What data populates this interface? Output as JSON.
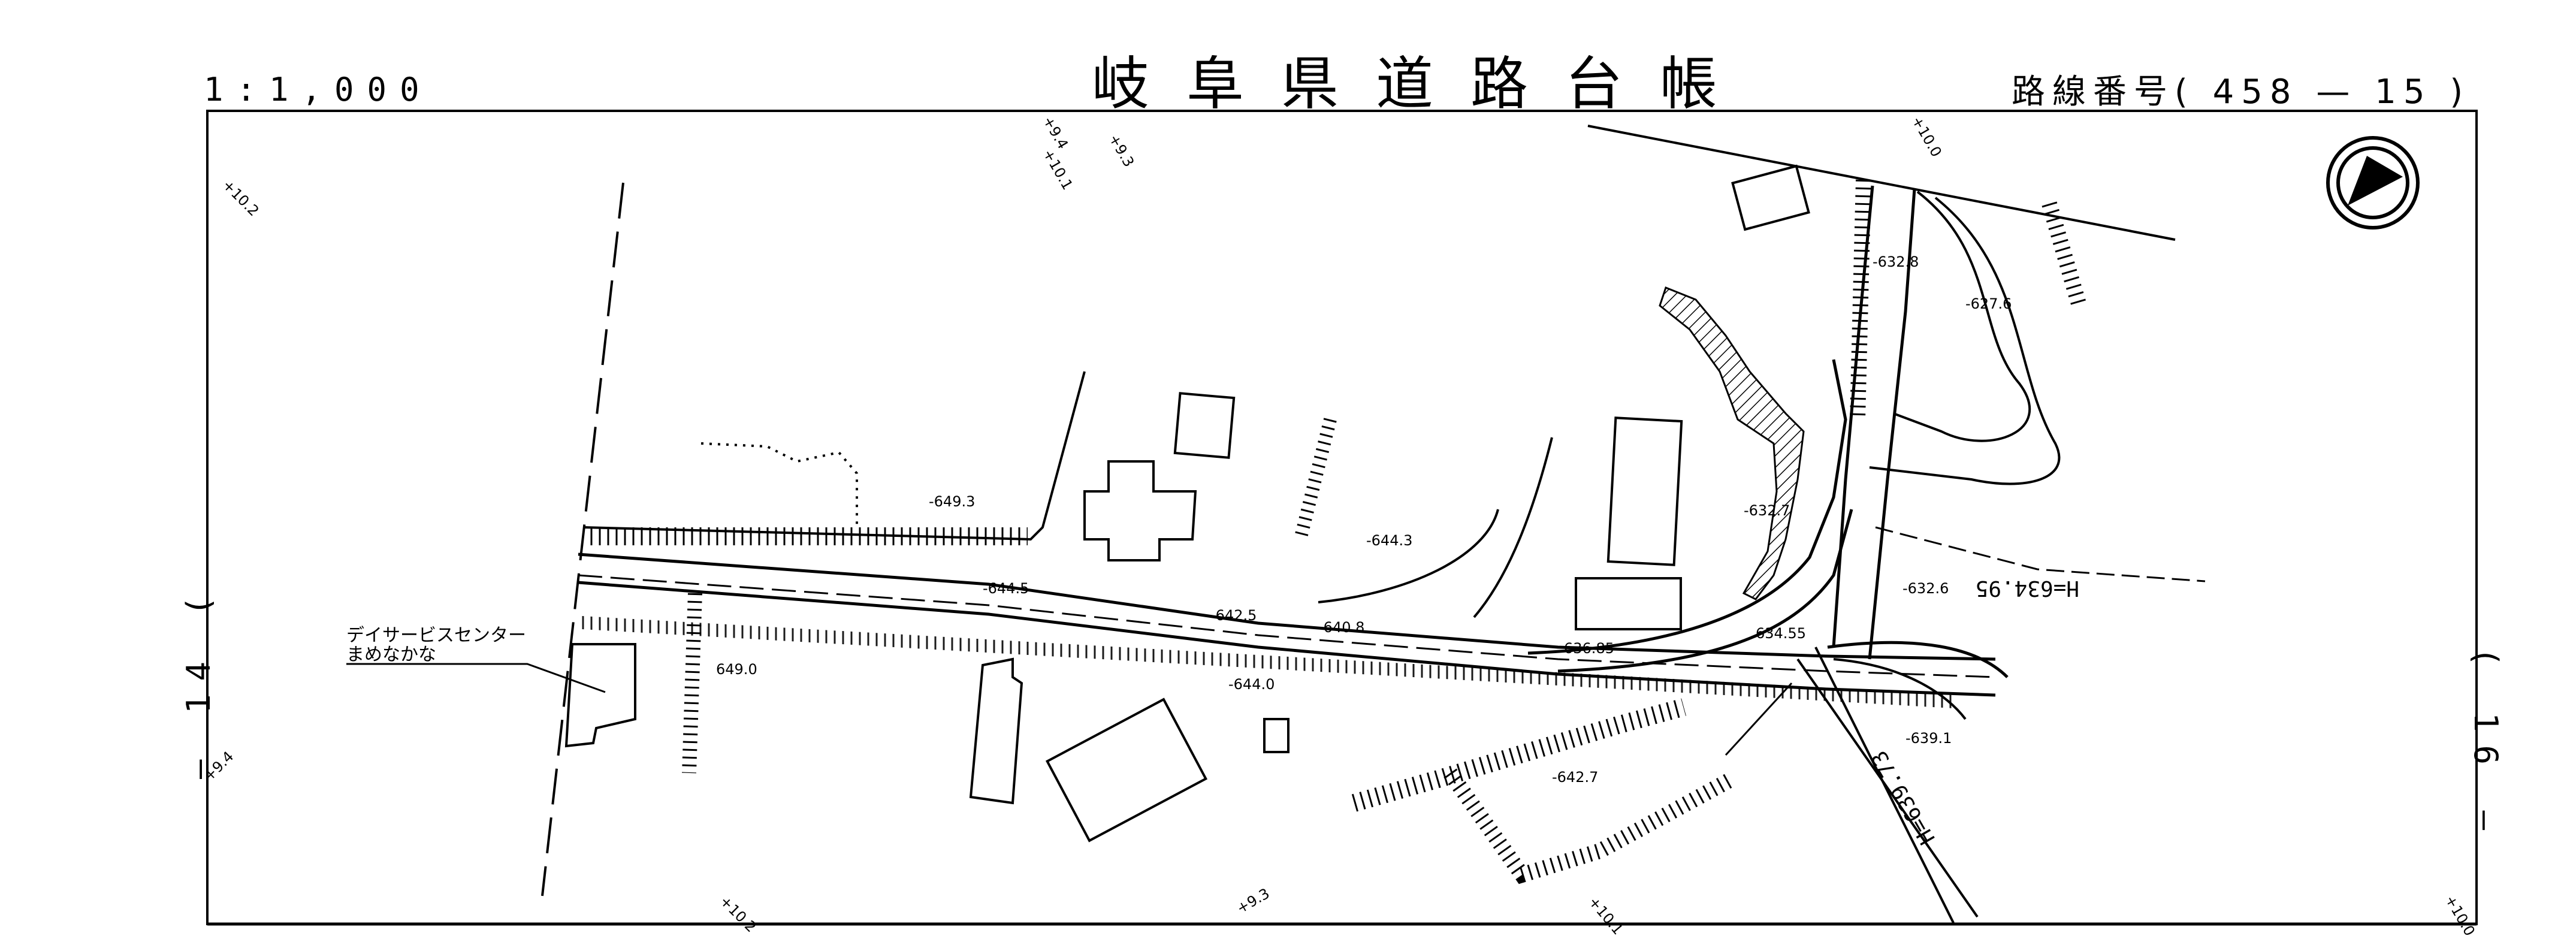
{
  "header": {
    "title": "岐阜県道路台帳",
    "scale": "1:1,000",
    "route_label": "路線番号",
    "route_open": "(",
    "route_number": "458",
    "route_dash": "—",
    "route_sheet": "15",
    "route_close": ")"
  },
  "sheet_refs": {
    "left": {
      "open": "(",
      "number": "14",
      "dash": "—"
    },
    "right": {
      "open": "(",
      "number": "16",
      "dash": "—"
    }
  },
  "facility": {
    "name_line1": "デイサービスセンター",
    "name_line2": "まめなかな"
  },
  "elevations": [
    "-649.3",
    "-644.3",
    "-644.5",
    "-642.5",
    "-640.8",
    "-644.0",
    "649.0",
    "-642.7",
    "-632.7",
    "-632.6",
    "-632.8",
    "-627.6",
    "-639.1",
    "634.55",
    "636.85"
  ],
  "height_labels": [
    "H=634.95",
    "H=639.73"
  ],
  "edge_marks": [
    "+9.3",
    "+9.4",
    "+10.0",
    "+10.1",
    "+10.2",
    "+9.4",
    "+9.3",
    "+10.1",
    "+10.2",
    "+10.0"
  ],
  "colors": {
    "ink": "#000000",
    "paper": "#ffffff"
  },
  "north_arrow": "north-arrow-icon"
}
